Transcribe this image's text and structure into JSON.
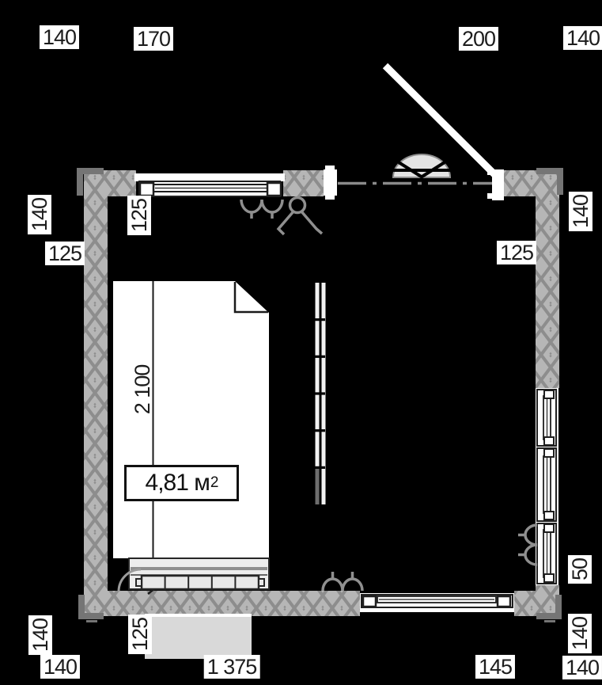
{
  "plan": {
    "type": "apartment-floor-plan",
    "room_area": {
      "value": "4,81 м",
      "sup": "2"
    },
    "dims": {
      "top_140_left": "140",
      "top_170": "170",
      "top_200": "200",
      "top_140_right": "140",
      "left_140": "140",
      "left_125": "125",
      "inner_125_top": "125",
      "right_140": "140",
      "right_125": "125",
      "right_50": "50",
      "bed_length": "2 100",
      "bottom_125": "125",
      "bottom_1375": "1 375",
      "bottom_145": "145",
      "bottom_left_140_v": "140",
      "bottom_left_140_h": "140",
      "bottom_right_140_v": "140",
      "bottom_right_140_h": "140"
    },
    "colors": {
      "background": "#000000",
      "wall_fill": "#b6b6b6",
      "wall_hatch": "#8d8d8d",
      "fixture_white": "#ffffff",
      "symbol_gray": "#8f8f8f",
      "balcony_gray": "#d9d9d9",
      "text": "#1c1c1c"
    }
  }
}
